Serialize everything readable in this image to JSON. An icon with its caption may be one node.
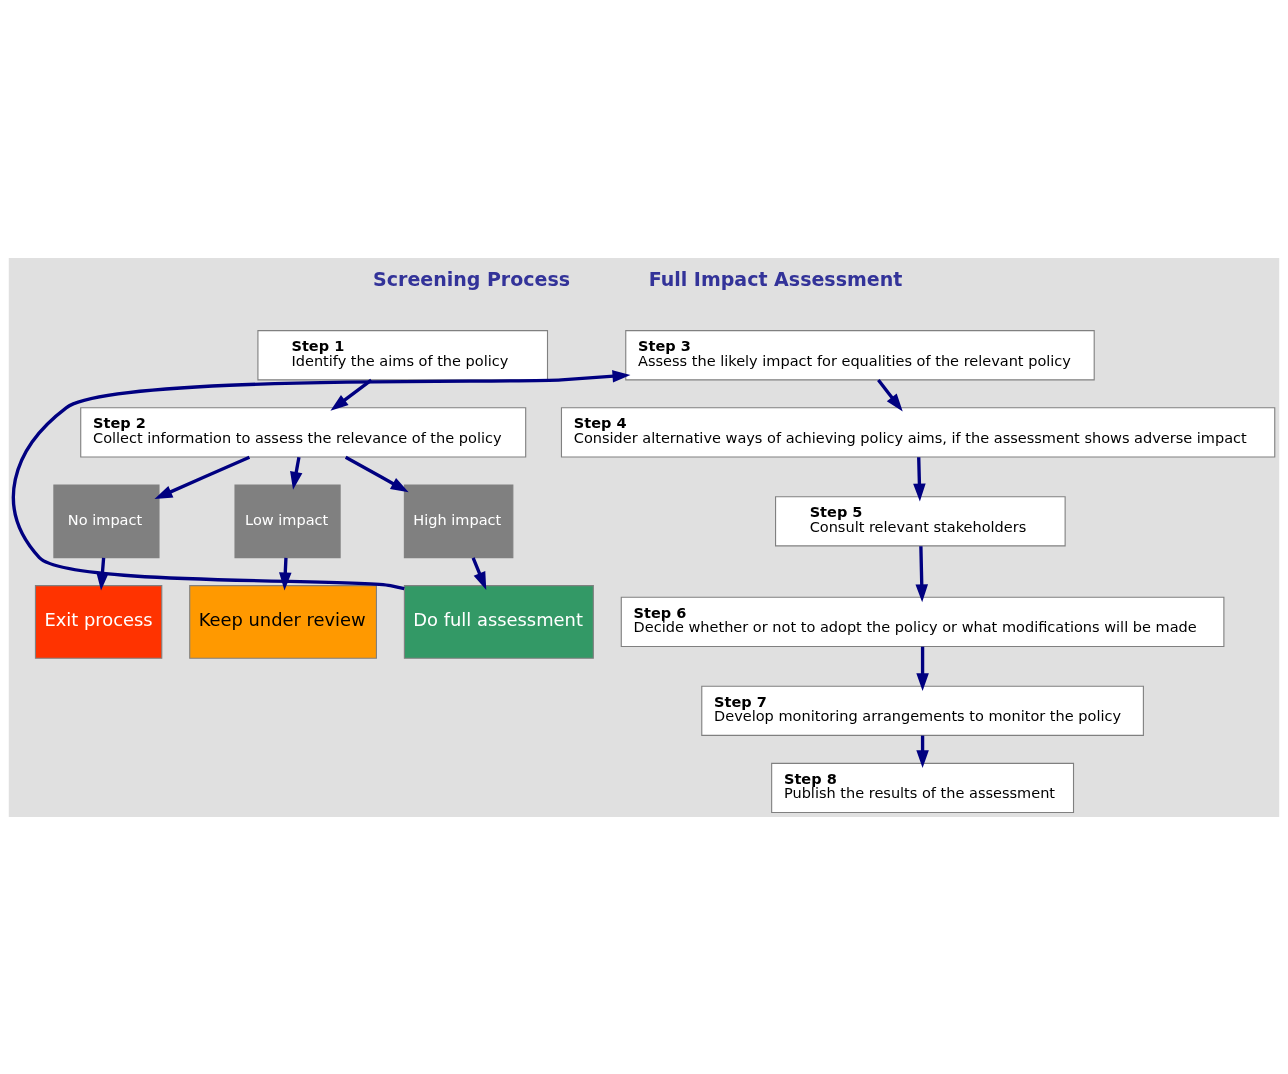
{
  "diagram": {
    "nodes": [
      {
        "text": [
          "Step 1",
          "Identify the aims of the policy"
        ]
      },
      {
        "text": [
          "Step 2",
          "Collect information to assess the relevance of the policy"
        ]
      },
      {
        "text": [
          "No impact"
        ]
      },
      {
        "text": [
          "Low impact"
        ]
      },
      {
        "text": [
          "High impact"
        ]
      },
      {
        "text": [
          "Exit process"
        ]
      },
      {
        "text": [
          "Keep under review"
        ]
      },
      {
        "text": [
          "Do full assessment"
        ]
      },
      {
        "text": [
          "Step 3",
          "Assess the likely impact for equalities of the relevant policy"
        ]
      },
      {
        "text": [
          "Step 4",
          "Consider alternative ways of achieving policy aims, if the assessment shows adverse impact"
        ]
      },
      {
        "text": [
          "Step 5",
          "Consult relevant stakeholders"
        ]
      },
      {
        "text": [
          "Step 6",
          "Decide whether or not to adopt the policy or what modifications will be made"
        ]
      },
      {
        "text": [
          "Step 7",
          "Develop monitoring arrangements to monitor the policy"
        ]
      },
      {
        "text": [
          "Step 8",
          "Publish the results of the assessment"
        ]
      }
    ],
    "edges": [
      {
        "from": 0,
        "to": 1,
        "arrow": "to"
      },
      {
        "from": 1,
        "to": 2,
        "arrow": "to"
      },
      {
        "from": 1,
        "to": 3,
        "arrow": "to"
      },
      {
        "from": 1,
        "to": 4,
        "arrow": "to"
      },
      {
        "from": 2,
        "to": 5,
        "arrow": "to"
      },
      {
        "from": 3,
        "to": 6,
        "arrow": "to"
      },
      {
        "from": 4,
        "to": 7,
        "arrow": "to"
      },
      {
        "from": 7,
        "to": 8,
        "arrow": "to"
      },
      {
        "from": 8,
        "to": 9,
        "arrow": "to"
      },
      {
        "from": 9,
        "to": 10,
        "arrow": "to"
      },
      {
        "from": 10,
        "to": 11,
        "arrow": "to"
      },
      {
        "from": 11,
        "to": 12,
        "arrow": "to"
      },
      {
        "from": 12,
        "to": 13,
        "arrow": "to"
      }
    ],
    "labels": [
      "Screening Process",
      "Full Impact Assessment"
    ]
  }
}
